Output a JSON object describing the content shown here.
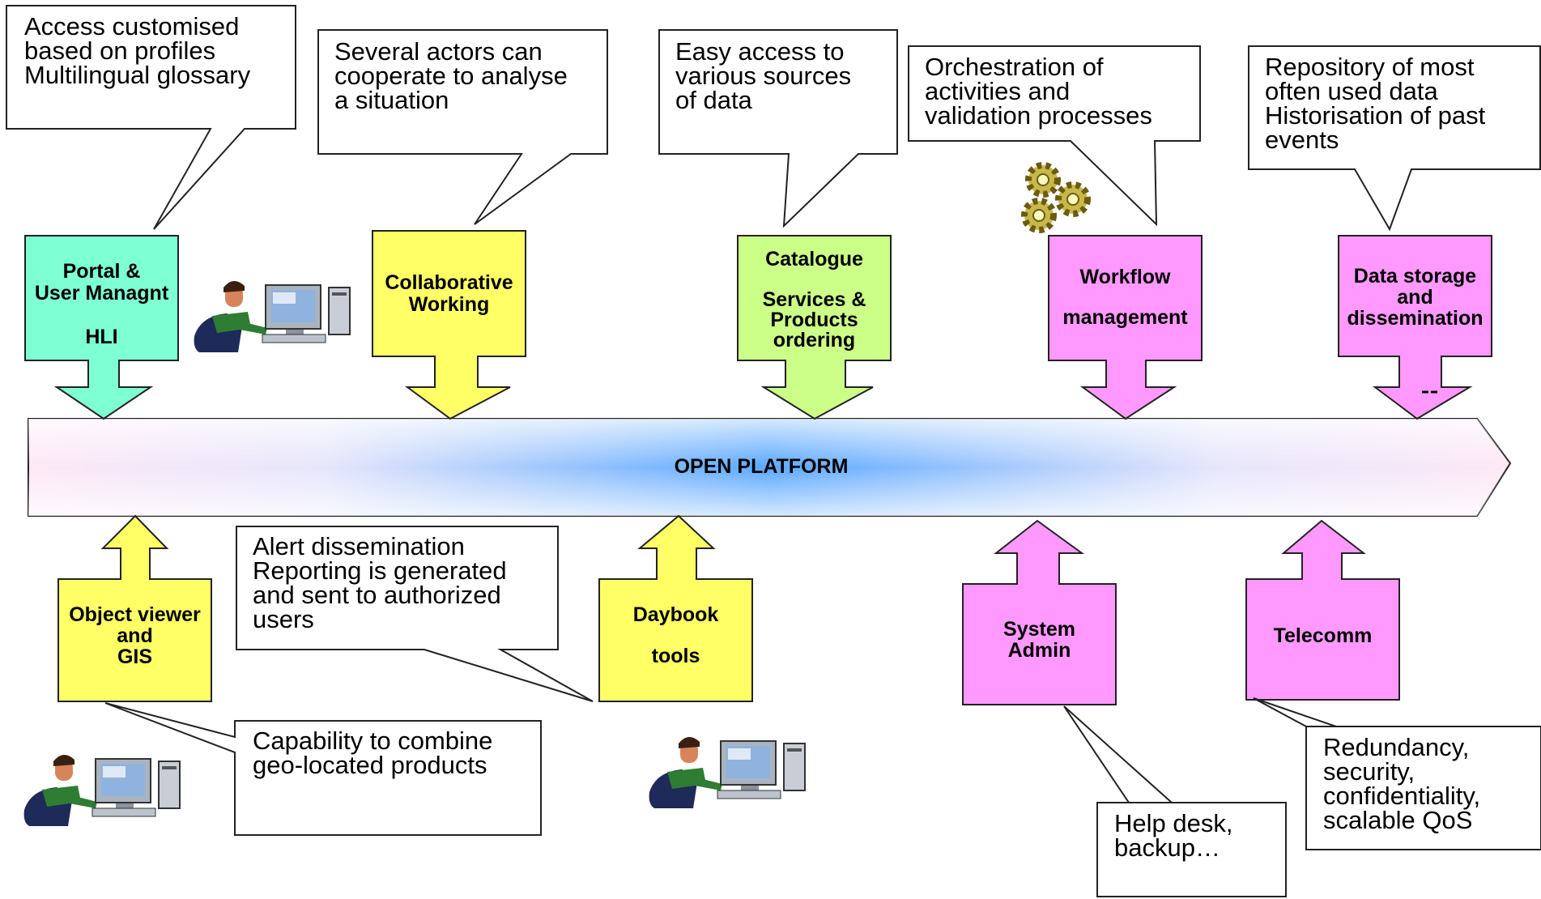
{
  "platform": {
    "label": "OPEN PLATFORM"
  },
  "colors": {
    "green": "#7fffd4",
    "yellow": "#ffff66",
    "lightgreen": "#ccff88",
    "magenta": "#ff99ff",
    "platform_center": "#5aa8ff",
    "platform_edge": "#fde8f6"
  },
  "top_modules": [
    {
      "lines": [
        "Portal &",
        "User Managnt",
        "",
        "HLI"
      ],
      "color": "green"
    },
    {
      "lines": [
        "Collaborative",
        "Working"
      ],
      "color": "yellow"
    },
    {
      "lines": [
        "Catalogue",
        "",
        "Services &",
        "Products",
        "ordering"
      ],
      "color": "lightgreen"
    },
    {
      "lines": [
        "Workflow",
        "",
        "management"
      ],
      "color": "magenta"
    },
    {
      "lines": [
        "Data storage",
        "and",
        "dissemination"
      ],
      "color": "magenta"
    }
  ],
  "bottom_modules": [
    {
      "lines": [
        "Object viewer",
        "and",
        "GIS"
      ],
      "color": "yellow"
    },
    {
      "lines": [
        "Daybook",
        "",
        "tools"
      ],
      "color": "yellow"
    },
    {
      "lines": [
        "System",
        "Admin"
      ],
      "color": "magenta"
    },
    {
      "lines": [
        "Telecomm"
      ],
      "color": "magenta"
    }
  ],
  "callouts": [
    {
      "lines": [
        "Access customised",
        "based on profiles",
        "Multilingual glossary"
      ]
    },
    {
      "lines": [
        "Several actors can",
        "cooperate to analyse",
        "a situation"
      ]
    },
    {
      "lines": [
        "Easy access to",
        "various sources",
        "of data"
      ]
    },
    {
      "lines": [
        "Orchestration of",
        "activities and",
        "validation processes"
      ]
    },
    {
      "lines": [
        "Repository of most",
        "often used data",
        "Historisation of past",
        "events"
      ]
    },
    {
      "lines": [
        "Alert dissemination",
        "Reporting is generated",
        "and sent to authorized",
        "users"
      ]
    },
    {
      "lines": [
        "Capability to combine",
        "geo-located products"
      ]
    },
    {
      "lines": [
        "Help desk,",
        "backup…"
      ]
    },
    {
      "lines": [
        "Redundancy,",
        "security,",
        "confidentiality,",
        "scalable QoS"
      ]
    }
  ],
  "icons": [
    "user-at-computer-icon",
    "gears-icon"
  ]
}
